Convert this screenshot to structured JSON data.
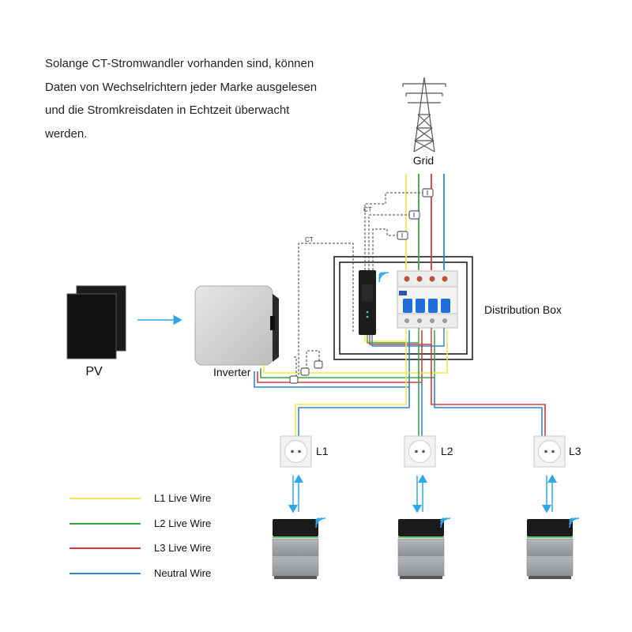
{
  "intro": {
    "lines": [
      "Solange CT-Stromwandler vorhanden sind, können",
      "Daten von Wechselrichtern jeder Marke ausgelesen",
      "und die Stromkreisdaten in Echtzeit überwacht",
      "werden."
    ]
  },
  "labels": {
    "grid": "Grid",
    "pv": "PV",
    "inverter": "Inverter",
    "distribution_box": "Distribution Box",
    "ct_upper": "CT",
    "ct_lower": "CT",
    "socket_l1": "L1",
    "socket_l2": "L2",
    "socket_l3": "L3"
  },
  "legend": [
    {
      "label": "L1 Live Wire",
      "color": "#f2e84a"
    },
    {
      "label": "L2 Live Wire",
      "color": "#3aa64b"
    },
    {
      "label": "L3 Live Wire",
      "color": "#d9383a"
    },
    {
      "label": "Neutral Wire",
      "color": "#2f86d1"
    }
  ],
  "colors": {
    "l1": "#f2e84a",
    "l2": "#3aa64b",
    "l3": "#d9383a",
    "neutral": "#2f86d1",
    "flow_arrow": "#2fa7e8",
    "breaker_blue": "#1f6fd6"
  }
}
